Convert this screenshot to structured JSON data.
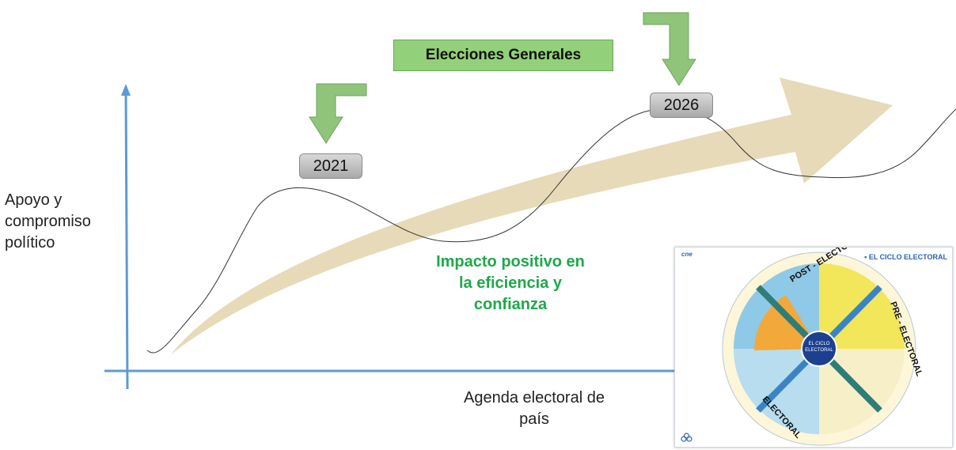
{
  "labels": {
    "y_axis": "Apoyo y compromiso político",
    "x_axis": "Agenda electoral de país",
    "impact": "Impacto positivo en la eficiencia y confianza",
    "banner": "Elecciones Generales"
  },
  "years": [
    "2021",
    "2026"
  ],
  "poster": {
    "title": "EL CICLO ELECTORAL",
    "logo": "cne",
    "center": "EL CICLO ELECTORAL",
    "sectors": [
      "POST - ELECTORAL",
      "PRE - ELECTORAL",
      "ELECTORAL"
    ]
  },
  "colors": {
    "axis": "#5b9bd5",
    "arrow": "#e6d8b4",
    "green_arrow": "#8fc47a",
    "impact_text": "#1ea84a",
    "poster_blue": "#8fc9e8",
    "poster_yellow": "#f2e65a",
    "poster_orange": "#f2a93a",
    "poster_cream": "#f6edbd"
  }
}
